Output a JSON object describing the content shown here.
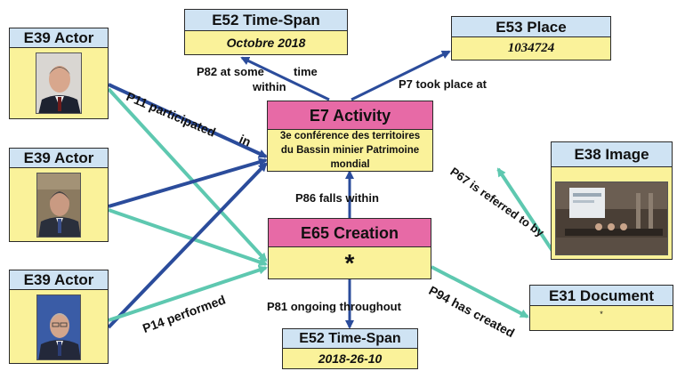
{
  "nodes": {
    "timespan_top": {
      "class": "E52 Time-Span",
      "value": "Octobre 2018"
    },
    "place": {
      "class": "E53 Place",
      "value": "1034724"
    },
    "actor1": {
      "class": "E39 Actor"
    },
    "actor2": {
      "class": "E39 Actor"
    },
    "actor3": {
      "class": "E39 Actor"
    },
    "activity": {
      "class": "E7 Activity",
      "value_line1": "3e conférence des territoires",
      "value_line2": "du Bassin minier Patrimoine mondial"
    },
    "image": {
      "class": "E38 Image"
    },
    "creation": {
      "class": "E65 Creation",
      "value": "*"
    },
    "document": {
      "class": "E31 Document",
      "value": "*"
    },
    "timespan_bottom": {
      "class": "E52 Time-Span",
      "value": "2018-26-10"
    }
  },
  "edges": {
    "p82_a": "P82 at some",
    "p82_b": "time",
    "p82_c": "within",
    "p7": "P7 took place at",
    "p11_a": "P11 participated",
    "p11_b": "in",
    "p86": "P86 falls  within",
    "p67": "P67 is referred to by",
    "p14": "P14 performed",
    "p81": "P81 ongoing throughout",
    "p94": "P94 has created"
  },
  "colors": {
    "header_blue": "#cfe3f3",
    "header_pink": "#e76aa6",
    "body_yellow": "#faf29a",
    "arrow_navy": "#2b4c9b",
    "arrow_teal": "#5ec8b0"
  }
}
